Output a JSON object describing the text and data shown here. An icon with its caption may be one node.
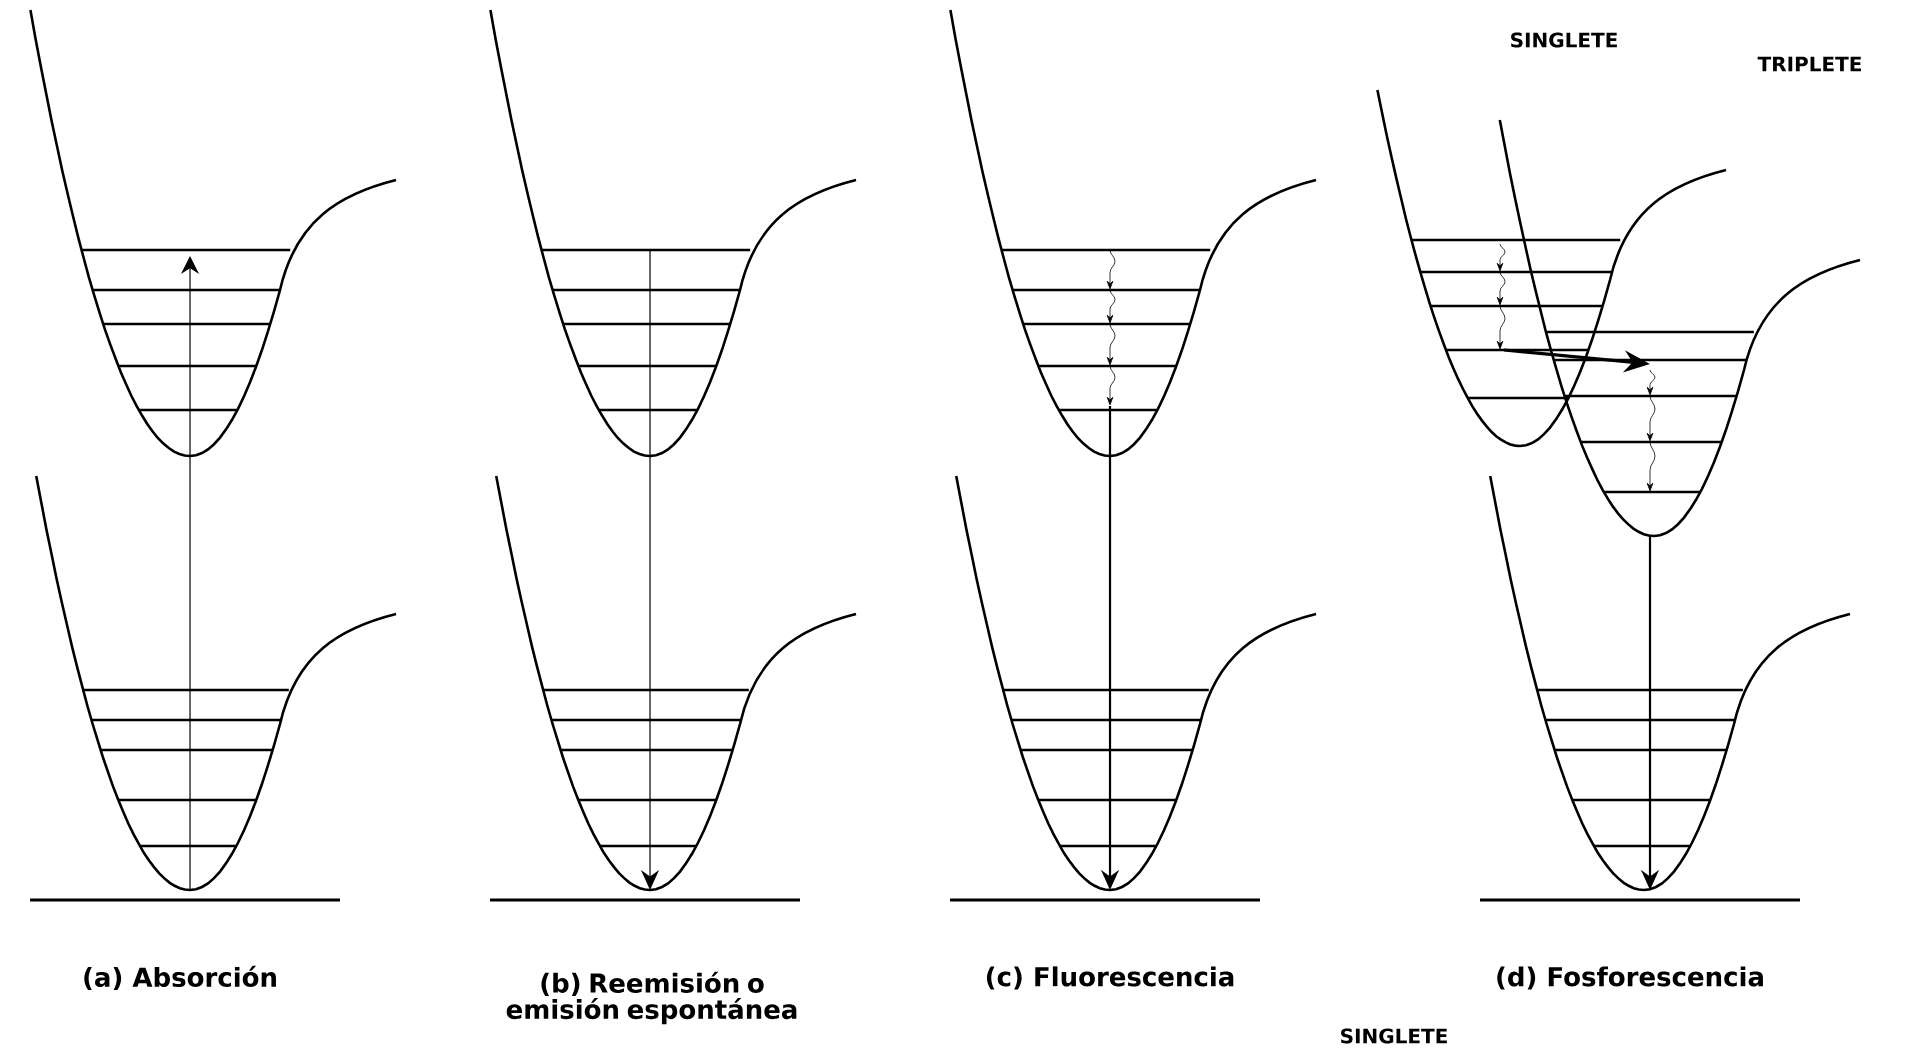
{
  "diagram": {
    "labels": [
      "SINGLETE",
      "TRIPLETE",
      "SINGLETE",
      "(a) Absorción",
      "(b) Reemisión o emisión espontánea",
      "(c) Fluorescencia",
      "(d) Fosforescencia"
    ]
  }
}
